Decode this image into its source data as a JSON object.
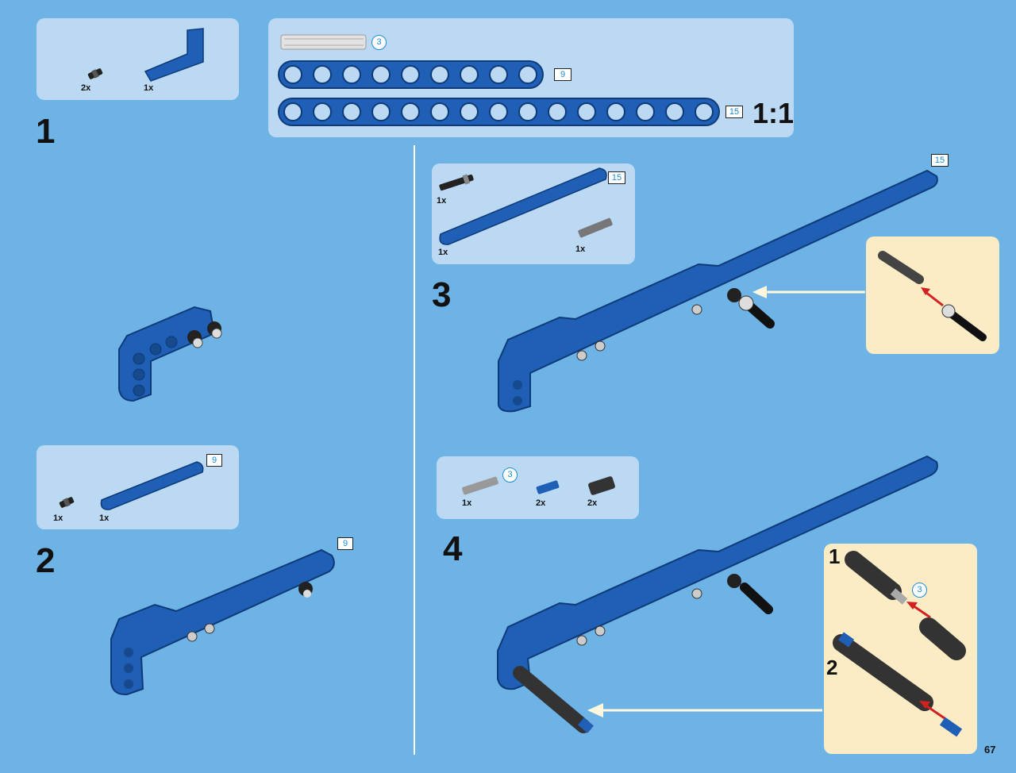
{
  "page_number": "67",
  "ruler": {
    "scale_label": "1:1",
    "axle_length": "3",
    "beam_short_length": "9",
    "beam_long_length": "15"
  },
  "steps": [
    {
      "number": "1",
      "parts": [
        {
          "qty": "2x",
          "name": "friction-pin-icon"
        },
        {
          "qty": "1x",
          "name": "l-beam-icon"
        }
      ]
    },
    {
      "number": "2",
      "parts": [
        {
          "qty": "1x",
          "name": "friction-pin-icon"
        },
        {
          "qty": "1x",
          "name": "beam-9-icon"
        }
      ],
      "length_label": "9",
      "assembly_length_label": "9"
    },
    {
      "number": "3",
      "parts": [
        {
          "qty": "1x",
          "name": "long-pin-icon"
        },
        {
          "qty": "1x",
          "name": "beam-15-icon"
        },
        {
          "qty": "1x",
          "name": "axle-pin-icon"
        }
      ],
      "length_label": "15",
      "assembly_length_label": "15"
    },
    {
      "number": "4",
      "parts": [
        {
          "qty": "1x",
          "name": "axle-icon",
          "length": "3"
        },
        {
          "qty": "2x",
          "name": "axle-pin-blue-icon"
        },
        {
          "qty": "2x",
          "name": "connector-icon"
        }
      ],
      "substeps": [
        "1",
        "2"
      ],
      "axle_length": "3"
    }
  ],
  "colors": {
    "page_background": "#6db3e6",
    "panel": "#bcd9f4",
    "callout": "#fcecc6",
    "beam_blue": "#1f5fb5",
    "arrow_red": "#d32020"
  }
}
